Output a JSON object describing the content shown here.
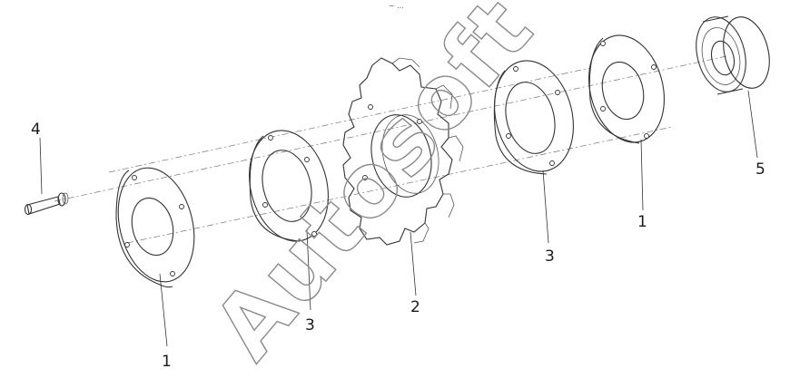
{
  "top_mark": "~ ...",
  "watermark": "Autosoft",
  "callouts": {
    "bolt": "4",
    "washer_left": "1",
    "spacer_left": "3",
    "sprocket": "2",
    "spacer_right": "3",
    "washer_right": "1",
    "bearing": "5"
  }
}
